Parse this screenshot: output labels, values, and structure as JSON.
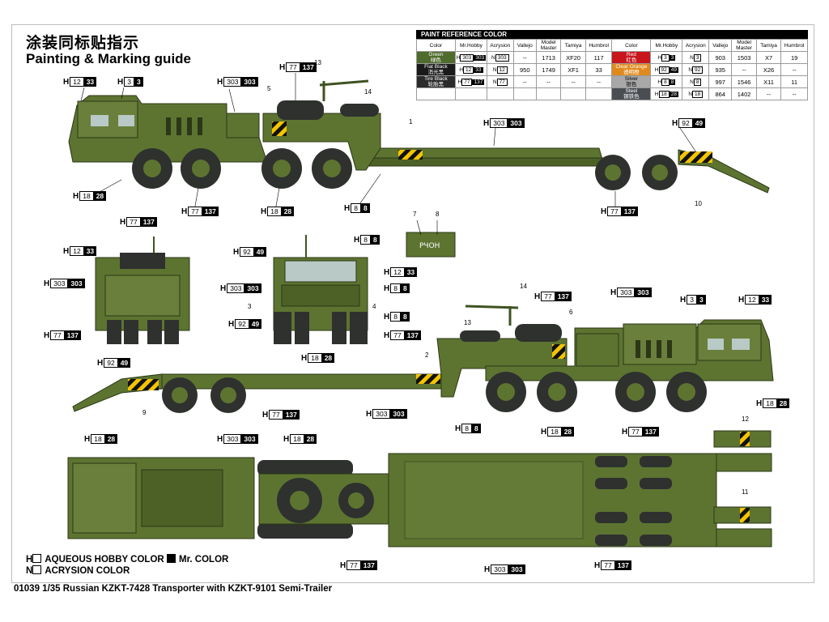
{
  "title_cn": "涂装同标贴指示",
  "title_en": "Painting & Marking guide",
  "footer": "01039 1/35 Russian KZKT-7428 Transporter with KZKT-9101 Semi-Trailer",
  "legend": {
    "aqueous": "AQUEOUS HOBBY COLOR",
    "mr": "Mr. COLOR",
    "acrysion": "ACRYSION COLOR"
  },
  "paint_table": {
    "heading": "PAINT  REFERENCE COLOR",
    "columns": [
      "Color",
      "Mr.Hobby",
      "Acrysion",
      "Vallejo",
      "Model Master",
      "Tamiya",
      "Humbrol"
    ],
    "left": [
      {
        "name": "Green",
        "cn": "绿色",
        "h": "303",
        "hb": "303",
        "n": "303",
        "vallejo": "--",
        "mm": "1713",
        "tamiya": "XF20",
        "humbrol": "117",
        "color": "#4f6b2e"
      },
      {
        "name": "Flat Black",
        "cn": "消光黑",
        "h": "12",
        "hb": "33",
        "n": "12",
        "vallejo": "950",
        "mm": "1749",
        "tamiya": "XF1",
        "humbrol": "33",
        "color": "#1a1a1a"
      },
      {
        "name": "Tire Black",
        "cn": "轮胎黑",
        "h": "77",
        "hb": "137",
        "n": "77",
        "vallejo": "--",
        "mm": "--",
        "tamiya": "--",
        "humbrol": "--",
        "color": "#2b2b2b"
      }
    ],
    "right": [
      {
        "name": "Red",
        "cn": "红色",
        "h": "3",
        "hb": "3",
        "n": "3",
        "vallejo": "903",
        "mm": "1503",
        "tamiya": "X7",
        "humbrol": "19",
        "color": "#c8161d"
      },
      {
        "name": "Clear Orange",
        "cn": "透明橙",
        "h": "92",
        "hb": "49",
        "n": "92",
        "vallejo": "935",
        "mm": "--",
        "tamiya": "X26",
        "humbrol": "--",
        "color": "#e08a1e"
      },
      {
        "name": "Silver",
        "cn": "银色",
        "h": "8",
        "hb": "8",
        "n": "8",
        "vallejo": "997",
        "mm": "1546",
        "tamiya": "X11",
        "humbrol": "11",
        "color": "#a8a8a8"
      },
      {
        "name": "Steel",
        "cn": "钢铁色",
        "h": "18",
        "hb": "28",
        "n": "18",
        "vallejo": "864",
        "mm": "1402",
        "tamiya": "--",
        "humbrol": "--",
        "color": "#4a4d52"
      }
    ]
  },
  "callouts": [
    {
      "id": "c1",
      "h": "12",
      "n": "33"
    },
    {
      "id": "c2",
      "h": "3",
      "n": "3"
    },
    {
      "id": "c3",
      "h": "303",
      "n": "303"
    },
    {
      "id": "c4",
      "h": "77",
      "n": "137"
    },
    {
      "id": "c5",
      "h": "303",
      "n": "303"
    },
    {
      "id": "c6",
      "h": "92",
      "n": "49"
    },
    {
      "id": "c7",
      "h": "18",
      "n": "28"
    },
    {
      "id": "c8",
      "h": "77",
      "n": "137"
    },
    {
      "id": "c9",
      "h": "18",
      "n": "28"
    },
    {
      "id": "c10",
      "h": "8",
      "n": "8"
    },
    {
      "id": "c11",
      "h": "77",
      "n": "137"
    },
    {
      "id": "c12",
      "h": "77",
      "n": "137"
    },
    {
      "id": "c13",
      "h": "12",
      "n": "33"
    },
    {
      "id": "c14",
      "h": "303",
      "n": "303"
    },
    {
      "id": "c15",
      "h": "77",
      "n": "137"
    },
    {
      "id": "c16",
      "h": "92",
      "n": "49"
    },
    {
      "id": "c17",
      "h": "8",
      "n": "8"
    },
    {
      "id": "c18",
      "h": "303",
      "n": "303"
    },
    {
      "id": "c19",
      "h": "12",
      "n": "33"
    },
    {
      "id": "c20",
      "h": "8",
      "n": "8"
    },
    {
      "id": "c21",
      "h": "92",
      "n": "49"
    },
    {
      "id": "c22",
      "h": "8",
      "n": "8"
    },
    {
      "id": "c23",
      "h": "77",
      "n": "137"
    },
    {
      "id": "c24",
      "h": "18",
      "n": "28"
    },
    {
      "id": "c25",
      "h": "77",
      "n": "137"
    },
    {
      "id": "c26",
      "h": "303",
      "n": "303"
    },
    {
      "id": "c27",
      "h": "3",
      "n": "3"
    },
    {
      "id": "c28",
      "h": "12",
      "n": "33"
    },
    {
      "id": "c29",
      "h": "92",
      "n": "49"
    },
    {
      "id": "c30",
      "h": "77",
      "n": "137"
    },
    {
      "id": "c31",
      "h": "303",
      "n": "303"
    },
    {
      "id": "c32",
      "h": "8",
      "n": "8"
    },
    {
      "id": "c33",
      "h": "18",
      "n": "28"
    },
    {
      "id": "c34",
      "h": "77",
      "n": "137"
    },
    {
      "id": "c35",
      "h": "18",
      "n": "28"
    },
    {
      "id": "c36",
      "h": "18",
      "n": "28"
    },
    {
      "id": "c37",
      "h": "303",
      "n": "303"
    },
    {
      "id": "c38",
      "h": "18",
      "n": "28"
    },
    {
      "id": "c39",
      "h": "77",
      "n": "137"
    },
    {
      "id": "c40",
      "h": "303",
      "n": "303"
    },
    {
      "id": "c41",
      "h": "77",
      "n": "137"
    }
  ],
  "part_numbers": [
    "13",
    "14",
    "5",
    "1",
    "10",
    "7",
    "8",
    "4",
    "3",
    "14",
    "6",
    "13",
    "2",
    "9",
    "12",
    "11"
  ],
  "decal_text": "PЧОН",
  "colors": {
    "olive": "#5d7431",
    "olive_dark": "#3f5322",
    "olive_light": "#748b42",
    "tire": "#2e312e",
    "hazard_y": "#f3c400"
  }
}
